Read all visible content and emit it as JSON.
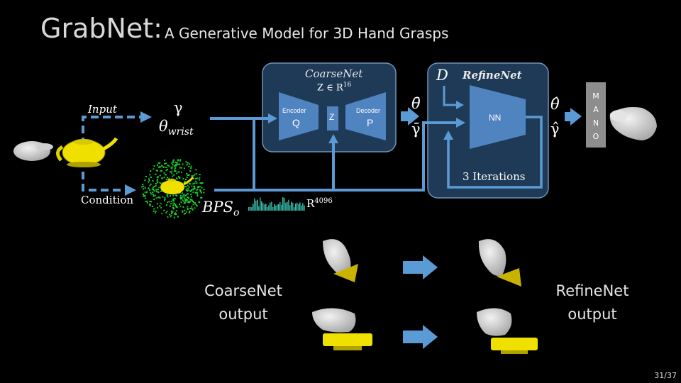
{
  "title": {
    "main": "GrabNet:",
    "subtitle": "A Generative Model for 3D Hand Grasps"
  },
  "inputs": {
    "input_label": "Input",
    "condition_label": "Condition",
    "gamma": "γ",
    "theta_wrist": "θ",
    "theta_wrist_sub": "wrist",
    "bps": "BPS",
    "bps_sub": "o",
    "bps_dim": "R",
    "bps_dim_sup": "4096"
  },
  "coarsenet": {
    "title": "CoarseNet",
    "latent": "Z ∈ R",
    "latent_sup": "16",
    "encoder_label": "Encoder",
    "encoder_letter": "Q",
    "z_letter": "Z",
    "decoder_label": "Decoder",
    "decoder_letter": "P",
    "out_theta": "θ̄",
    "out_gamma": "γ̄"
  },
  "refinenet": {
    "title": "RefineNet",
    "d_label": "D",
    "nn_label": "NN",
    "iterations": "3 Iterations",
    "out_theta": "θ̂",
    "out_gamma": "γ̂"
  },
  "mano": {
    "letters": [
      "M",
      "A",
      "N",
      "O"
    ]
  },
  "outputs": {
    "coarse_line1": "CoarseNet",
    "coarse_line2": "output",
    "refine_line1": "RefineNet",
    "refine_line2": "output"
  },
  "page_number": "31/37",
  "colors": {
    "arrow": "#5b9bd5",
    "box_fill": "#1e3a57",
    "box_border": "#6f94b8",
    "module": "#4f84c0",
    "teapot": "#f0e000",
    "point_cloud": "#22bb22",
    "hand": "#d6d6d6"
  }
}
